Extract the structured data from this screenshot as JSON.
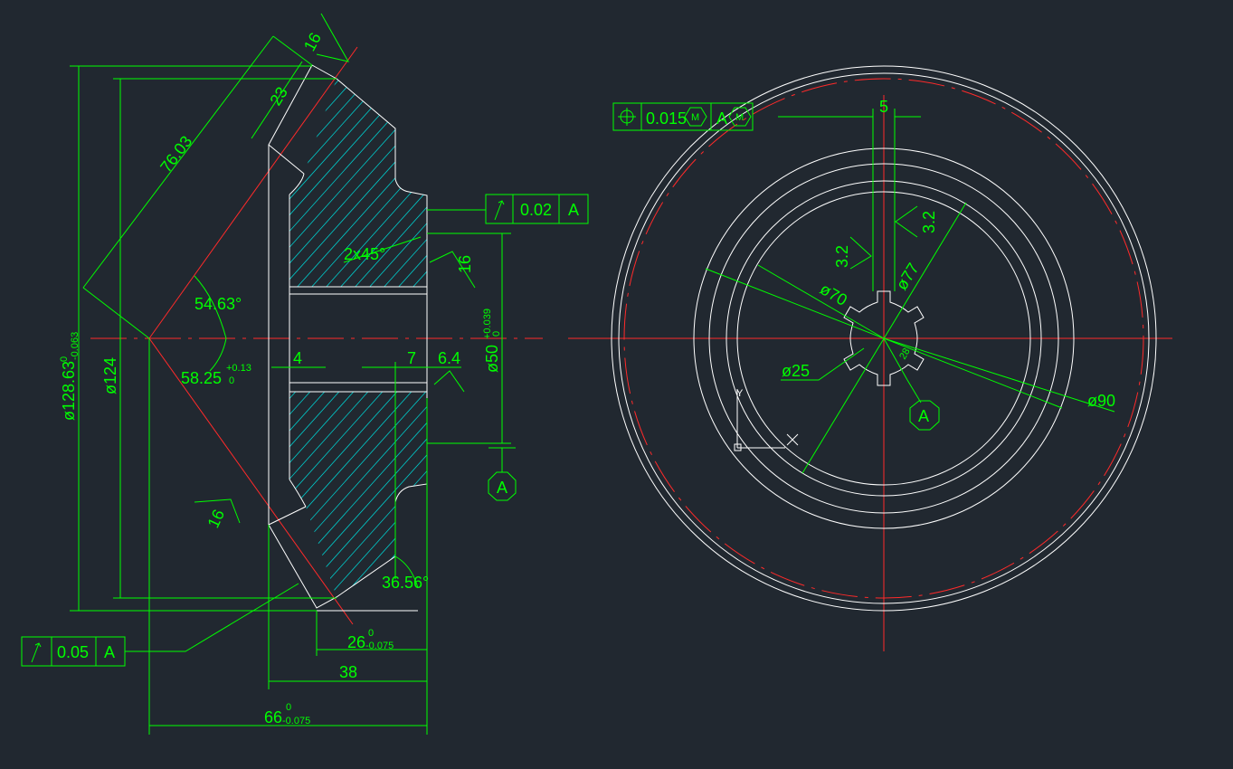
{
  "left_view": {
    "dim_76_03": "76.03",
    "dim_23": "23",
    "dim_16_top": "16",
    "dim_16_side": "16",
    "dim_16_bottom": "16",
    "dim_54_63": "54.63°",
    "dim_58_25": "58.25",
    "dim_58_25_tol_up": "+0.13",
    "dim_58_25_tol_lo": "0",
    "dim_128_63": "ø128.63",
    "dim_128_63_tol_up": "0",
    "dim_128_63_tol_lo": "-0.063",
    "dim_124": "ø124",
    "dim_4": "4",
    "dim_7": "7",
    "dim_6_4": "6.4",
    "dim_50": "ø50",
    "dim_50_tol_up": "+0.039",
    "dim_50_tol_lo": "0",
    "chamfer": "2x45°",
    "dim_36_56": "36.56°",
    "dim_26": "26",
    "dim_26_tol_up": "0",
    "dim_26_tol_lo": "-0.075",
    "dim_38": "38",
    "dim_66": "66",
    "dim_66_tol_up": "0",
    "dim_66_tol_lo": "-0.075",
    "datum_label": "A",
    "fcf_runout_upper": {
      "symbol": "runout",
      "value": "0.02",
      "datum": "A"
    },
    "fcf_runout_lower": {
      "symbol": "runout",
      "value": "0.05",
      "datum": "A"
    }
  },
  "right_view": {
    "dim_5": "5",
    "dim_32_left": "3.2",
    "dim_32_right": "3.2",
    "dim_70": "ø70",
    "dim_77": "ø77",
    "dim_25": "ø25",
    "dim_28": "28",
    "dim_90": "ø90",
    "datum_label": "A",
    "fcf_position": {
      "symbol": "position",
      "value": "0.015",
      "modifier": "M",
      "datum": "A",
      "datum_modifier": "M"
    },
    "ucs_y": "Y"
  },
  "colors": {
    "background": "#212830",
    "dimension": "#00ff00",
    "outline": "#ffffff",
    "centerline": "#ff2a2a",
    "hatch": "#00cccc"
  }
}
